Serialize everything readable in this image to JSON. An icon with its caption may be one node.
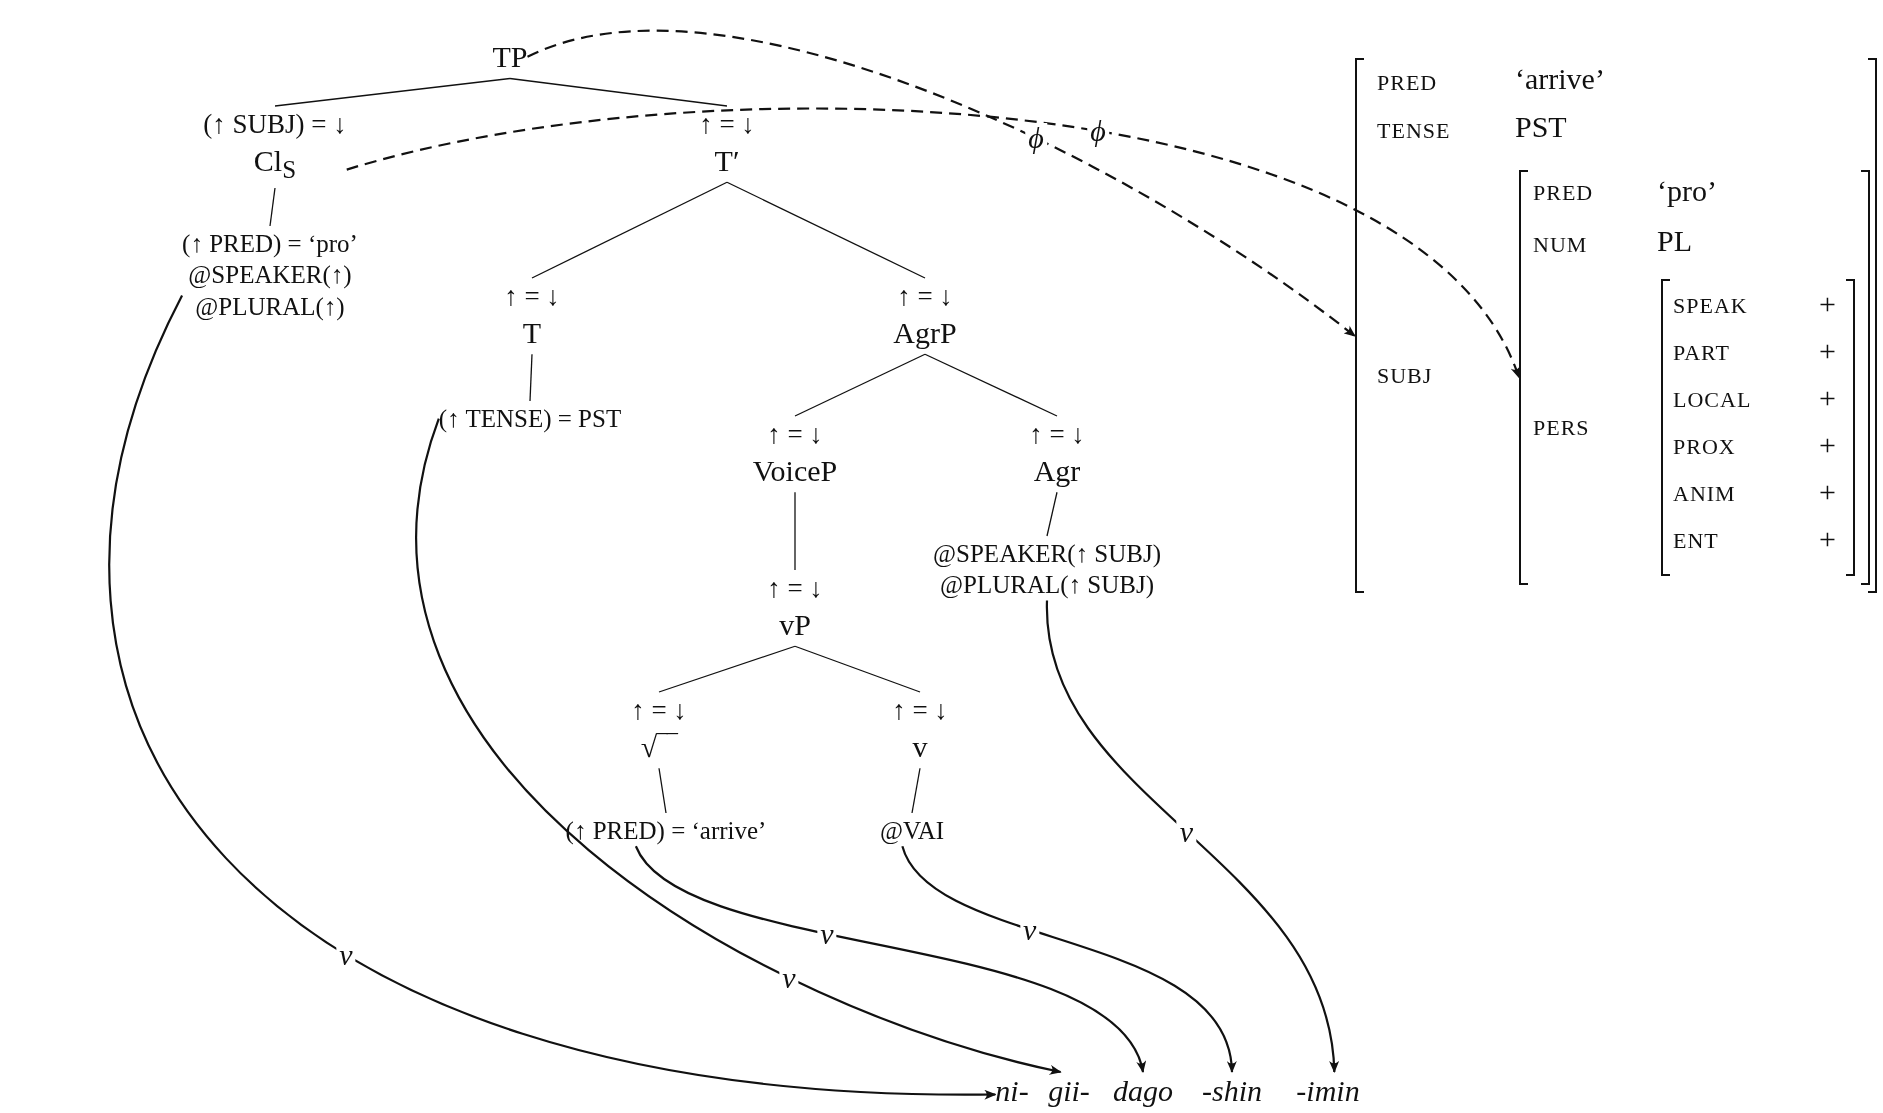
{
  "diagram": {
    "nodes": [
      {
        "text": [
          "TP"
        ]
      },
      {
        "text": [
          "(↑ SUBJ) = ↓",
          "Cl$_{S}$"
        ]
      },
      {
        "text": [
          "↑ = ↓",
          "T′"
        ]
      },
      {
        "text": [
          "(↑ PRED) = ‘pro’",
          "@SPEAKER(↑)",
          "@PLURAL(↑)"
        ]
      },
      {
        "text": [
          "↑ = ↓",
          "T"
        ]
      },
      {
        "text": [
          "↑ = ↓",
          "AgrP"
        ]
      },
      {
        "text": [
          "(↑ TENSE) = PST"
        ]
      },
      {
        "text": [
          "↑ = ↓",
          "VoiceP"
        ]
      },
      {
        "text": [
          "↑ = ↓",
          "Agr"
        ]
      },
      {
        "text": [
          "@SPEAKER(↑ SUBJ)",
          "@PLURAL(↑ SUBJ)"
        ]
      },
      {
        "text": [
          "↑ = ↓",
          "vP"
        ]
      },
      {
        "text": [
          "↑ = ↓",
          "√‾‾"
        ]
      },
      {
        "text": [
          "↑ = ↓",
          "v"
        ]
      },
      {
        "text": [
          "(↑ PRED) = ‘arrive’"
        ]
      },
      {
        "text": [
          "@VAI"
        ]
      },
      {
        "text": [
          "ni-"
        ]
      },
      {
        "text": [
          "gii-"
        ]
      },
      {
        "text": [
          "dago"
        ]
      },
      {
        "text": [
          "-shin"
        ]
      },
      {
        "text": [
          "-imin"
        ]
      },
      {
        "text": [
          "PRED",
          "‘arrive’",
          "TENSE",
          "PST",
          "SUBJ"
        ]
      },
      {
        "text": [
          "PRED",
          "‘pro’",
          "NUM",
          "PL",
          "PERS"
        ],
        "in": 20
      },
      {
        "text": [
          "SPEAK",
          "+",
          "PART",
          "+",
          "LOCAL",
          "+",
          "PROX",
          "+",
          "ANIM",
          "+",
          "ENT",
          "+"
        ],
        "in": 21
      }
    ],
    "edges": [
      {
        "from": 0,
        "to": 1,
        "arrow": "none"
      },
      {
        "from": 0,
        "to": 2,
        "arrow": "none"
      },
      {
        "from": 1,
        "to": 3,
        "arrow": "none"
      },
      {
        "from": 2,
        "to": 4,
        "arrow": "none"
      },
      {
        "from": 2,
        "to": 5,
        "arrow": "none"
      },
      {
        "from": 4,
        "to": 6,
        "arrow": "none"
      },
      {
        "from": 5,
        "to": 7,
        "arrow": "none"
      },
      {
        "from": 5,
        "to": 8,
        "arrow": "none"
      },
      {
        "from": 7,
        "to": 10,
        "arrow": "none"
      },
      {
        "from": 8,
        "to": 9,
        "arrow": "none"
      },
      {
        "from": 10,
        "to": 11,
        "arrow": "none"
      },
      {
        "from": 10,
        "to": 12,
        "arrow": "none"
      },
      {
        "from": 11,
        "to": 13,
        "arrow": "none"
      },
      {
        "from": 12,
        "to": 14,
        "arrow": "none"
      },
      {
        "from": 0,
        "to": 20,
        "arrow": "to",
        "style": "dashed",
        "label": "ϕ"
      },
      {
        "from": 1,
        "to": 21,
        "arrow": "to",
        "style": "dashed",
        "label": "ϕ"
      },
      {
        "from": 3,
        "to": 15,
        "arrow": "to",
        "label": "ν"
      },
      {
        "from": 6,
        "to": 16,
        "arrow": "to",
        "label": "ν"
      },
      {
        "from": 13,
        "to": 17,
        "arrow": "to",
        "label": "ν"
      },
      {
        "from": 14,
        "to": 18,
        "arrow": "to",
        "label": "ν"
      },
      {
        "from": 9,
        "to": 19,
        "arrow": "to",
        "label": "ν"
      }
    ]
  }
}
